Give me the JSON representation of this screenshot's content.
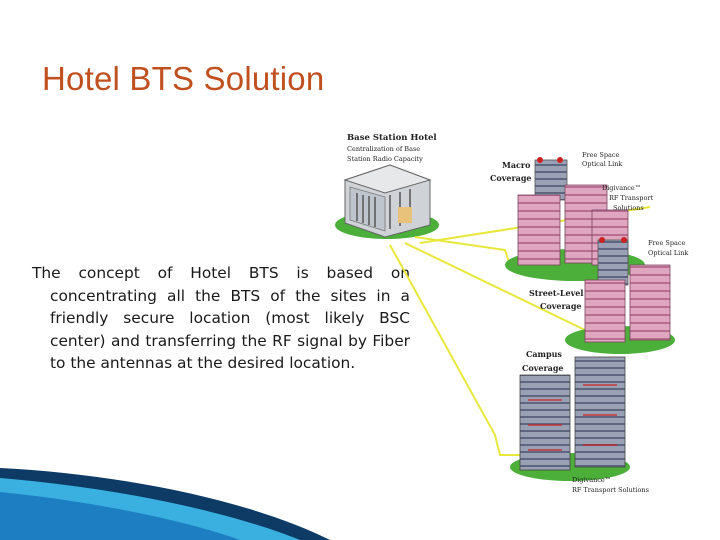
{
  "slide": {
    "title": "Hotel BTS Solution",
    "body": "The concept of Hotel BTS is based on concentrating all the BTS of the sites in a friendly secure location (most likely BSC center) and transferring the RF signal by Fiber to the antennas at the desired location."
  },
  "diagram": {
    "hotel_title": "Base Station Hotel",
    "hotel_sub1": "Centralization of Base",
    "hotel_sub2": "Station Radio Capacity",
    "macro1": "Macro",
    "macro2": "Coverage",
    "fso1_a": "Free Space",
    "fso1_b": "Optical Link",
    "digi1_a": "Digivance™",
    "digi1_b": "RF Transport",
    "digi1_c": "Solutions",
    "fso2_a": "Free Space",
    "fso2_b": "Optical Link",
    "street1": "Street-Level",
    "street2": "Coverage",
    "campus1": "Campus",
    "campus2": "Coverage",
    "digi2_a": "Digivance™",
    "digi2_b": "RF Transport Solutions"
  },
  "colors": {
    "title": "#c0501f",
    "fiber": "#e8e83a",
    "grass": "#4caf3a",
    "tower_pink": "#d89ab4",
    "tower_grey": "#8d95a8",
    "swoosh_dark": "#0d3b66",
    "swoosh_light": "#3ab0e0"
  }
}
